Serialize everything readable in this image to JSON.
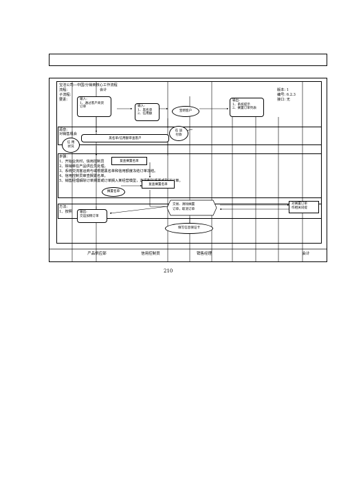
{
  "header_box": "",
  "title": "宝洁公司—中国/分销商核心工作流程",
  "meta_left": [
    "流程:",
    "子流程:",
    "要素:"
  ],
  "meta_accounting": "会计",
  "meta_right": {
    "version": "版本: 1",
    "number": "编号: 6.2.3",
    "interface": "接口: 无"
  },
  "sections": {
    "source": [
      "源泉:",
      "对销售机会"
    ],
    "steps_title": "步骤:",
    "steps": [
      "1、开始业务时，信用控制员",
      "2、赊销单在产品供应员处理。",
      "3、系统交流客运商与或根据黑名单和信用额度冻结订单冻结。",
      "4、信用控制员审查搁置名单。",
      "5、销售经理解除订单搁置或订单搁入某经营模型，选择删除搁置或取消订单。"
    ],
    "method": [
      "方法:",
      "1、按照"
    ]
  },
  "nodes": {
    "input_left": [
      "输入:",
      "1、通过客户商货",
      "订单"
    ],
    "input_mid": [
      "输入:",
      "1、黑名单",
      "2、信用额"
    ],
    "output_right": [
      "输出:",
      "1、系统提示",
      "2、搁置订单列表"
    ],
    "sales_customer": "宝明客户",
    "credit_status": [
      "信 用",
      "状况"
    ],
    "blacklist_bar": "黑名单/信用额审查客户",
    "on_account": [
      "在 途",
      "付款"
    ],
    "review_hold_1": "复查搁置名单",
    "review_hold_2": "复查搁置名单",
    "hold_list": "搁置名单",
    "release_hold": [
      "交易、清除搁置",
      "订单，取消订单"
    ],
    "output_left": [
      "输出:",
      "交运加销订单"
    ],
    "notice_right": [
      "对搁置订单",
      "作相关词提"
    ],
    "fill_card": "填写信息保证卡"
  },
  "lanes": [
    "产品供应部",
    "信用控制员",
    "销售经理",
    "会计"
  ],
  "page_number": "210"
}
